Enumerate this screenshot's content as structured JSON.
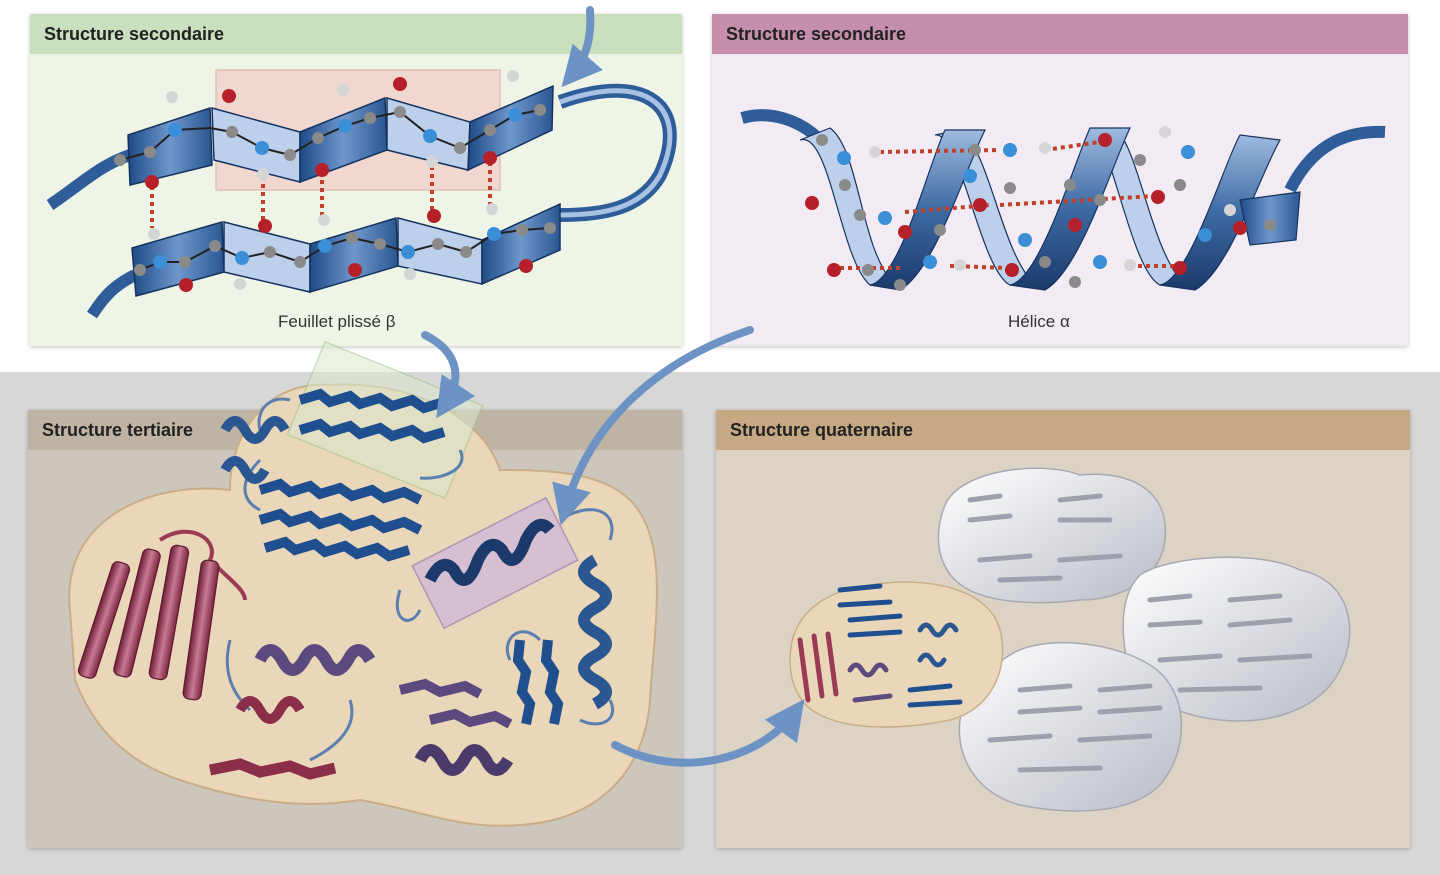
{
  "panels": {
    "sheet": {
      "title": "Structure secondaire",
      "caption": "Feuillet plissé β",
      "header_color": "#c9dfbd",
      "body_color": "#eef5e6"
    },
    "helix": {
      "title": "Structure secondaire",
      "caption": "Hélice α",
      "header_color": "#c58fac",
      "body_color": "#f3ebf3"
    },
    "tertiary": {
      "title": "Structure tertiaire",
      "header_color": "#bfb3a4",
      "body_color": "#cdc6bd"
    },
    "quaternary": {
      "title": "Structure quaternaire",
      "header_color": "#c6a884",
      "body_color": "#ddd3c4"
    }
  },
  "colors": {
    "ribbon_blue": "#3d6aa3",
    "ribbon_dark": "#1b3a6b",
    "ribbon_red": "#9a3b55",
    "ribbon_purple": "#5a4a7d",
    "atom_nitrogen": "#3a8fd6",
    "atom_oxygen": "#b5202a",
    "atom_carbon": "#8a8a8a",
    "atom_hydrogen": "#d5d5d5",
    "hbond": "#c0402a",
    "protein_blob": "#ead6b9",
    "arrow": "#6c93c4"
  }
}
